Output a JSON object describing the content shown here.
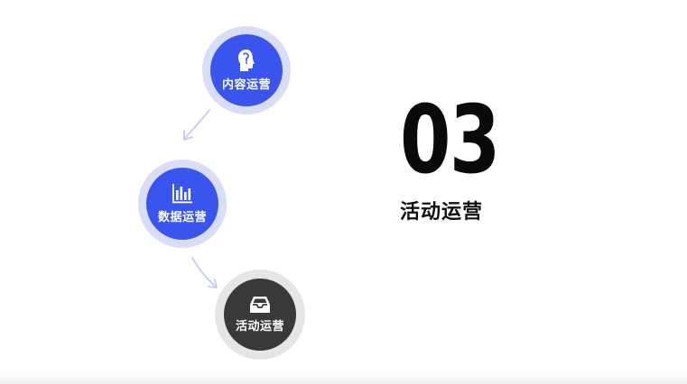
{
  "colors": {
    "active_core": "#3a55ee",
    "active_ring": "#d9ddf8",
    "current_core": "#3b3938",
    "current_ring": "#e5e5e5",
    "arrow": "#c9cff3",
    "title_text": "#0a0a0a"
  },
  "steps": [
    {
      "label": "内容运营",
      "icon": "head-profile-icon",
      "state": "active"
    },
    {
      "label": "数据运营",
      "icon": "bar-chart-icon",
      "state": "active"
    },
    {
      "label": "活动运营",
      "icon": "inbox-tray-icon",
      "state": "current"
    }
  ],
  "section": {
    "number": "03",
    "title": "活动运营"
  }
}
